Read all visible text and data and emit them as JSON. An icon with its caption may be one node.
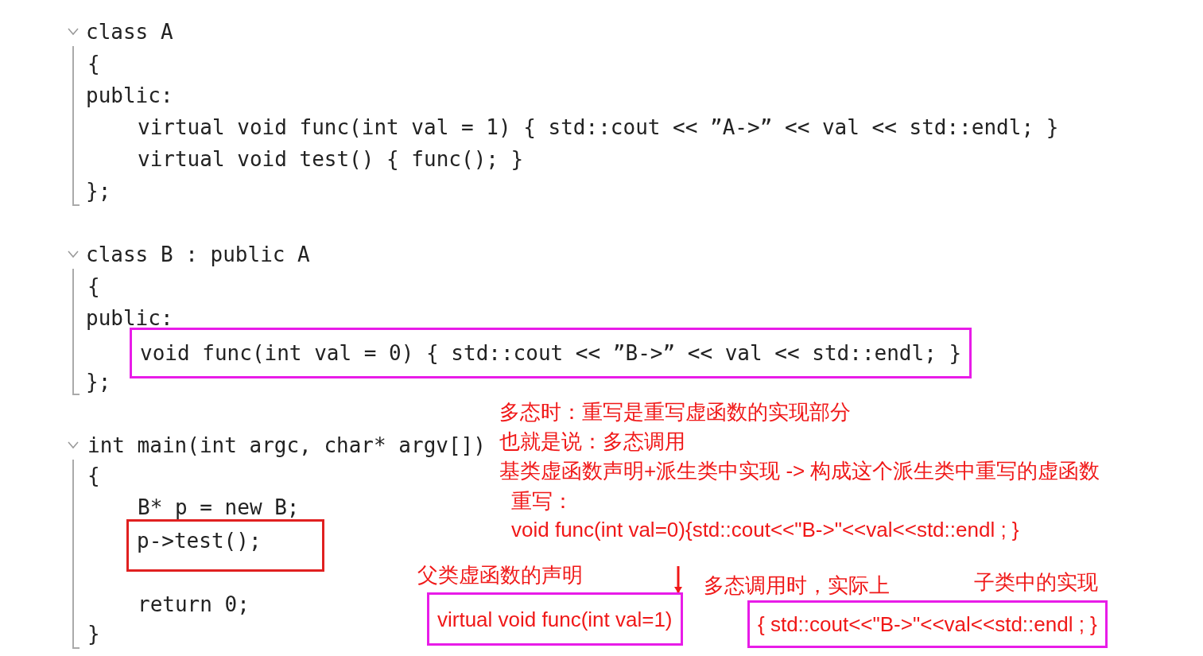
{
  "diagram": {
    "nodes": [
      {
        "text": [
          "void func(int val = 0) { std::cout << ”B->” << val << std::endl; }"
        ]
      },
      {
        "text": [
          "p->test();"
        ]
      },
      {
        "text": [
          "virtual void func(int val=1)"
        ],
        "beside": [
          "父类虚函数的声明"
        ]
      },
      {
        "text": [
          "{  std::cout<<\"B->\"<<val<<std::endl ; }"
        ],
        "beside": [
          "子类中的实现"
        ]
      }
    ],
    "edges": [
      {
        "from": null,
        "to": 2,
        "arrow": "to"
      }
    ],
    "labels": [
      "class A",
      "{",
      "public:",
      "virtual void func(int val = 1) { std::cout << ”A->” << val << std::endl; }",
      "virtual void test() { func(); }",
      "};",
      "class B : public A",
      "{",
      "public:",
      "};",
      "int main(int argc, char* argv[])",
      "多态时：重写是重写虚函数的实现部分",
      "也就是说：多态调用",
      "基类虚函数声明+派生类中实现 -> 构成这个派生类中重写的虚函数",
      "重写：",
      "void func(int val=0){std::cout<<\"B->\"<<val<<std::endl ; }",
      "{",
      "B* p = new B;",
      "return 0;",
      "}",
      "多态调用时，实际上"
    ]
  }
}
